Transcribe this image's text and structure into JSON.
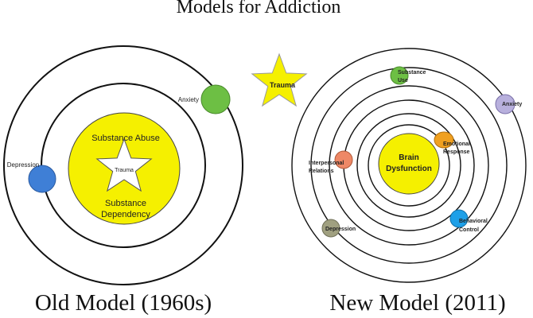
{
  "title": "Models for Addiction",
  "old_model": {
    "caption": "Old Model (1960s)",
    "core_line1": "Substance Abuse",
    "core_line2": "Substance",
    "core_line3": "Dependency",
    "star_label": "Trauma",
    "anxiety": "Anxiety",
    "depression": "Depression"
  },
  "trauma_star": {
    "label": "Trauma"
  },
  "new_model": {
    "caption": "New Model (2011)",
    "core_line1": "Brain",
    "core_line2": "Dysfunction",
    "substance_use_1": "Substance",
    "substance_use_2": "Use",
    "anxiety": "Anxiety",
    "emotional_1": "Emotional",
    "emotional_2": "Response",
    "interpersonal_1": "Interpersonal",
    "interpersonal_2": "Relations",
    "behavioral_1": "Behavioral",
    "behavioral_2": "Control",
    "depression": "Depression"
  },
  "colors": {
    "yellow": "#f5f000",
    "green": "#6dbf44",
    "blue": "#3f7fd6",
    "lilac": "#b8b0dd",
    "orange": "#f0a020",
    "salmon": "#ee8866",
    "cyan": "#1ea0e8",
    "olive": "#a0a080",
    "ring": "#111111"
  }
}
